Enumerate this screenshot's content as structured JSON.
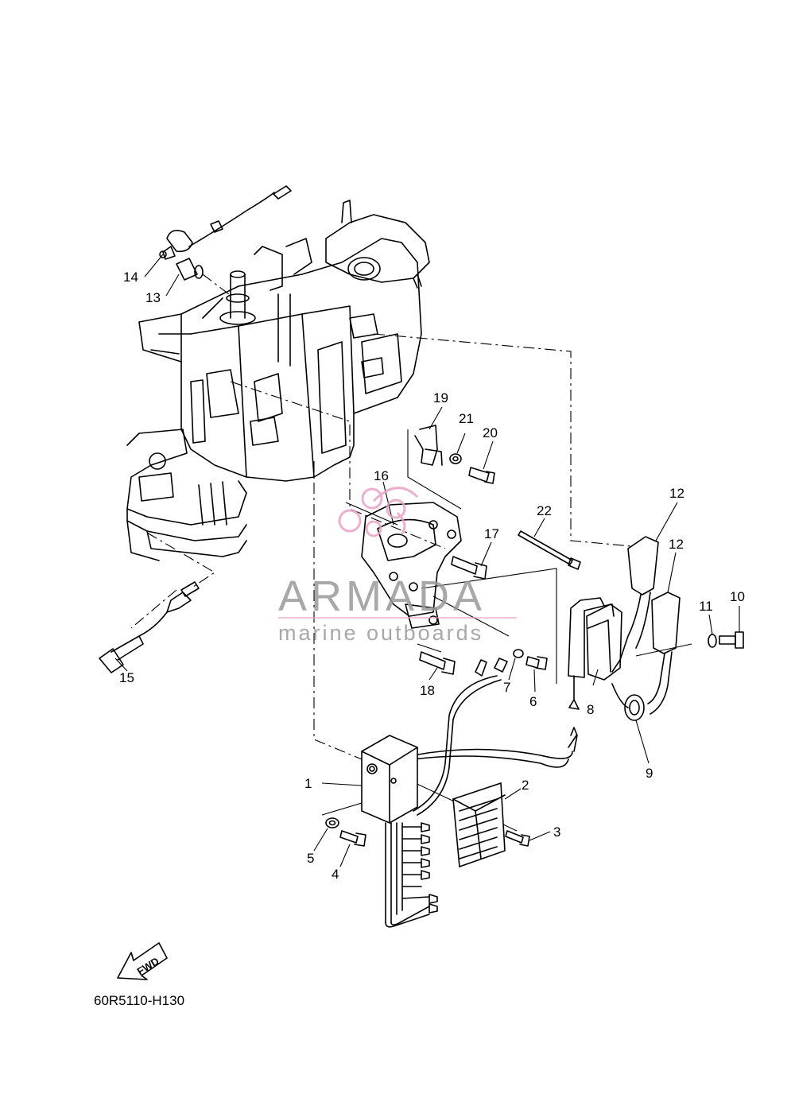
{
  "diagram": {
    "code": "60R5110-H130",
    "fwd_label": "FWD",
    "callouts": [
      {
        "id": "1",
        "label": "1"
      },
      {
        "id": "2",
        "label": "2"
      },
      {
        "id": "3",
        "label": "3"
      },
      {
        "id": "4",
        "label": "4"
      },
      {
        "id": "5",
        "label": "5"
      },
      {
        "id": "6",
        "label": "6"
      },
      {
        "id": "7",
        "label": "7"
      },
      {
        "id": "8",
        "label": "8"
      },
      {
        "id": "9",
        "label": "9"
      },
      {
        "id": "10",
        "label": "10"
      },
      {
        "id": "11",
        "label": "11"
      },
      {
        "id": "12a",
        "label": "12"
      },
      {
        "id": "12b",
        "label": "12"
      },
      {
        "id": "13",
        "label": "13"
      },
      {
        "id": "14",
        "label": "14"
      },
      {
        "id": "15",
        "label": "15"
      },
      {
        "id": "16",
        "label": "16"
      },
      {
        "id": "17",
        "label": "17"
      },
      {
        "id": "18",
        "label": "18"
      },
      {
        "id": "19",
        "label": "19"
      },
      {
        "id": "20",
        "label": "20"
      },
      {
        "id": "21",
        "label": "21"
      },
      {
        "id": "22",
        "label": "22"
      }
    ]
  },
  "watermark": {
    "brand": "ARMADA",
    "tagline": "marine outboards",
    "logo_color": "#e8a3c6",
    "text_color": "#9a9a9a"
  }
}
